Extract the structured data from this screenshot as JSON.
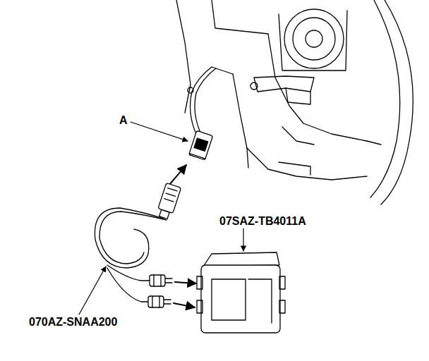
{
  "diagram": {
    "labels": [
      "A",
      "07SAZ-TB4011A",
      "070AZ-SNAA200"
    ]
  }
}
